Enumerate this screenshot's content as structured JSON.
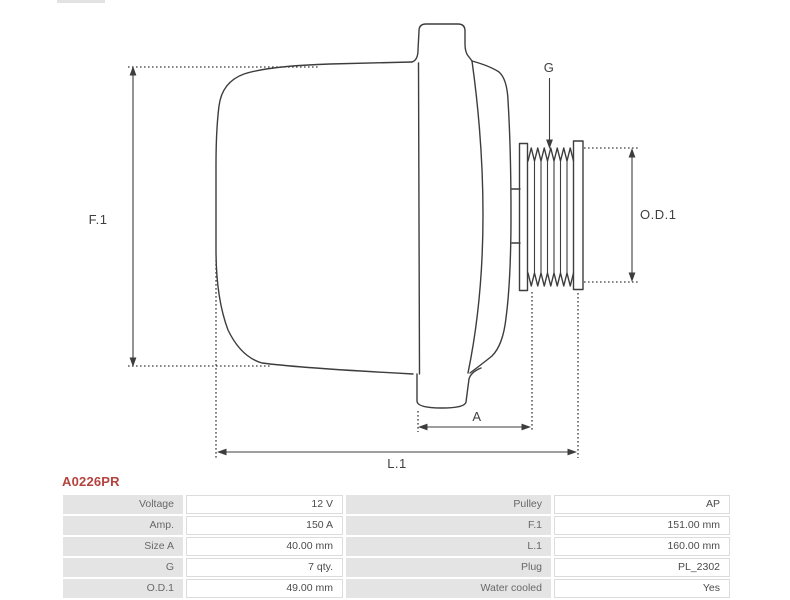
{
  "part": {
    "number": "A0226PR"
  },
  "diagram": {
    "labels": {
      "f1": "F.1",
      "g": "G",
      "od1": "O.D.1",
      "a": "A",
      "l1": "L.1"
    }
  },
  "specs": {
    "left": [
      {
        "label": "Voltage",
        "value": "12 V"
      },
      {
        "label": "Amp.",
        "value": "150 A"
      },
      {
        "label": "Size A",
        "value": "40.00 mm"
      },
      {
        "label": "G",
        "value": "7 qty."
      },
      {
        "label": "O.D.1",
        "value": "49.00 mm"
      }
    ],
    "right": [
      {
        "label": "Pulley",
        "value": "AP"
      },
      {
        "label": "F.1",
        "value": "151.00 mm"
      },
      {
        "label": "L.1",
        "value": "160.00 mm"
      },
      {
        "label": "Plug",
        "value": "PL_2302"
      },
      {
        "label": "Water cooled",
        "value": "Yes"
      }
    ]
  }
}
